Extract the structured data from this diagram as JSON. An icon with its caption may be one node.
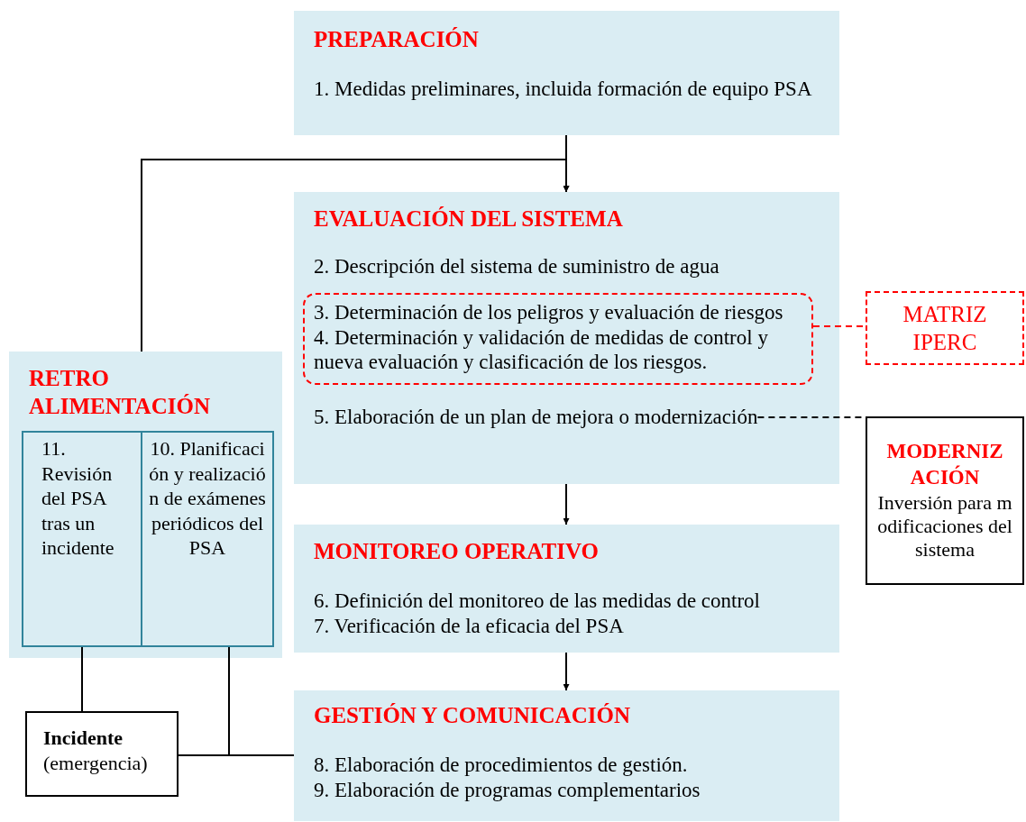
{
  "diagram": {
    "nodes": [
      {
        "text": [
          "PREPARACIÓN",
          "1. Medidas preliminares, incluida formación de equipo PSA"
        ]
      },
      {
        "text": [
          "EVALUACIÓN DEL SISTEMA",
          "2. Descripción del sistema de suministro de agua"
        ]
      },
      {
        "text": [
          "3. Determinación de los peligros y evaluación de riesgos",
          "4. Determinación y validación de medidas de control y nueva evaluación y clasificación de los riesgos."
        ],
        "in": 1
      },
      {
        "text": [
          "5. Elaboración de un plan de mejora o modernización"
        ],
        "in": 1
      },
      {
        "text": [
          "MATRIZ IPERC"
        ]
      },
      {
        "text": [
          "MODERNIZACIÓN",
          "Inversión para modificaciones del sistema"
        ]
      },
      {
        "text": [
          "MONITOREO OPERATIVO",
          "6. Definición del monitoreo de las medidas de control",
          "7. Verificación de la eficacia del PSA"
        ]
      },
      {
        "text": [
          "GESTIÓN Y COMUNICACIÓN",
          "8. Elaboración de procedimientos de gestión.",
          "9. Elaboración de programas complementarios"
        ]
      },
      {
        "text": [
          "RETRO ALIMENTACIÓN"
        ]
      },
      {
        "text": [
          "11. Revisión del PSA tras un incidente"
        ],
        "in": 8
      },
      {
        "text": [
          "10. Planificación y realización de exámenes periódicos del PSA"
        ],
        "in": 8
      },
      {
        "text": [
          "Incidente",
          "(emergencia)"
        ]
      }
    ],
    "edges": [
      {
        "from": 0,
        "to": 1,
        "arrow": "to"
      },
      {
        "from": 8,
        "to": 1,
        "arrow": "to"
      },
      {
        "from": 1,
        "to": 6,
        "arrow": "to"
      },
      {
        "from": 6,
        "to": 7,
        "arrow": "to"
      },
      {
        "from": 2,
        "to": 4,
        "arrow": "none",
        "style": "dashed",
        "color": "#ff0000"
      },
      {
        "from": 3,
        "to": 5,
        "arrow": "none",
        "style": "dashed"
      },
      {
        "from": 9,
        "to": 11,
        "arrow": "none"
      },
      {
        "from": 11,
        "to": 7,
        "arrow": "none"
      },
      {
        "from": 10,
        "to": 7,
        "arrow": "none"
      }
    ]
  }
}
